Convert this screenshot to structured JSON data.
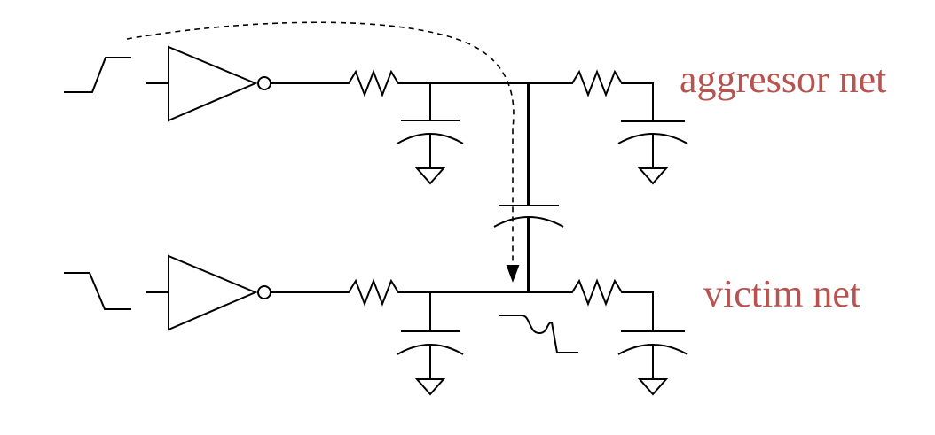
{
  "labels": {
    "aggressor": "aggressor net",
    "victim": "victim net"
  },
  "colors": {
    "label": "#b85450",
    "wire": "#000000",
    "background": "#ffffff"
  },
  "components": {
    "drivers": "inverter",
    "coupling": "capacitor",
    "series": "resistor",
    "load": "capacitor-to-ground"
  },
  "icons": [
    "rising-waveform-icon",
    "falling-waveform-icon",
    "glitch-waveform-icon",
    "inverter-icon",
    "resistor-icon",
    "capacitor-icon",
    "ground-icon"
  ]
}
